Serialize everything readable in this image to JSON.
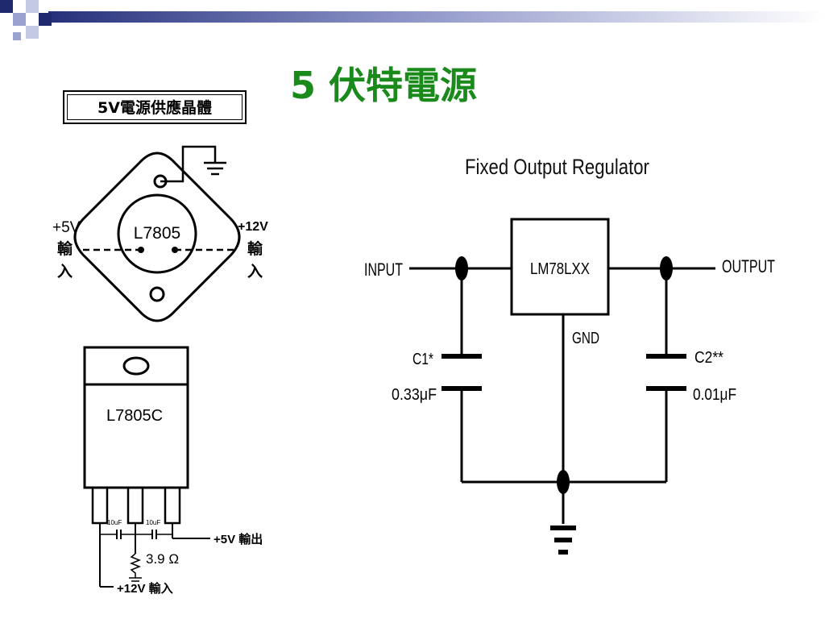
{
  "slide": {
    "title": "5 伏特電源",
    "package_label": "5V電源供應晶體"
  },
  "to3_package": {
    "part": "L7805",
    "left_pin": {
      "voltage": "+5V",
      "label_line1": "輸",
      "label_line2": "入"
    },
    "right_pin": {
      "voltage": "+12V",
      "label_line1": "輸",
      "label_line2": "入"
    }
  },
  "to220_package": {
    "part": "L7805C",
    "cap_label_left": "10uF",
    "cap_label_right": "10uF",
    "resistor": "3.9 Ω",
    "output_label": "+5V 輸出",
    "input_label": "+12V 輸入"
  },
  "regulator_circuit": {
    "title": "Fixed Output Regulator",
    "chip": "LM78LXX",
    "input": "INPUT",
    "output": "OUTPUT",
    "gnd": "GND",
    "c1_name": "C1*",
    "c1_value": "0.33μF",
    "c2_name": "C2**",
    "c2_value": "0.01μF"
  },
  "colors": {
    "title_green": "#1a8a1a",
    "deco_navy": "#1f2a6e",
    "deco_light": "#9aa3cf"
  }
}
